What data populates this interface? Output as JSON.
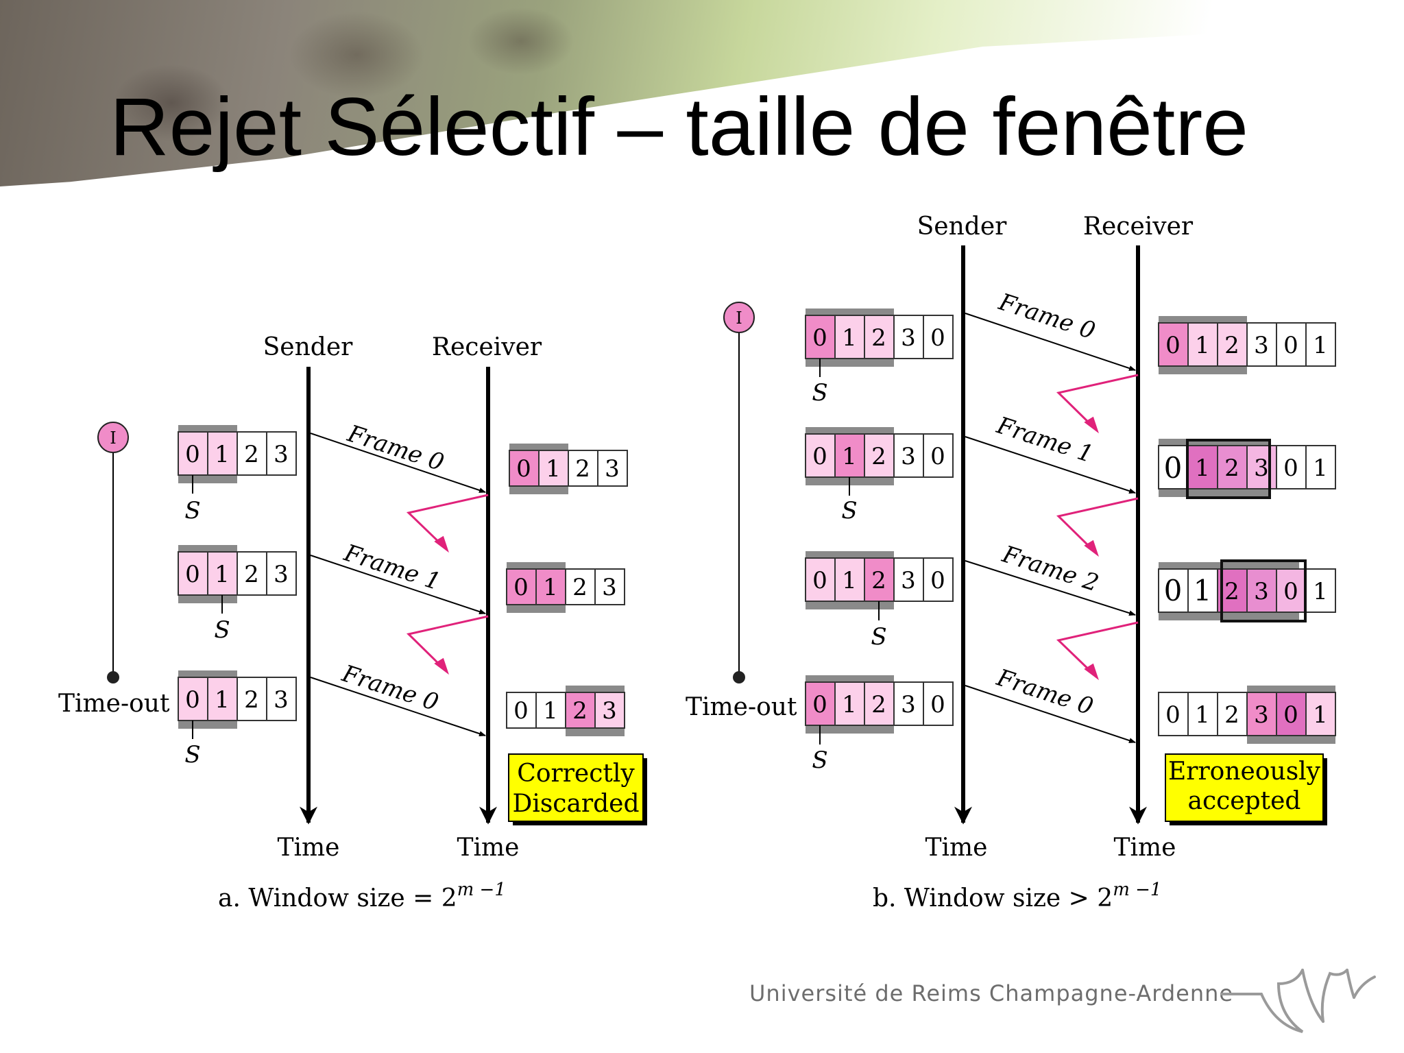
{
  "title": "Rejet Sélectif – taille de fenêtre",
  "footer": "Université de Reims Champagne-Ardenne",
  "colors": {
    "pink_dark": "#f08cc8",
    "pink_light": "#fcd0ea",
    "pink_mid": "#e070c0",
    "gray_bar": "#8a8a8a",
    "arrow_lost": "#e0227a",
    "note_yellow": "#ffff00"
  },
  "panel_a": {
    "sender_label": "Sender",
    "receiver_label": "Receiver",
    "time_left": "Time",
    "time_right": "Time",
    "timeout_label": "Time-out",
    "timer_glyph": "I",
    "s_label": "S",
    "frames": [
      "Frame 0",
      "Frame 1",
      "Frame 0"
    ],
    "sender_windows": [
      [
        "0",
        "1",
        "2",
        "3"
      ],
      [
        "0",
        "1",
        "2",
        "3"
      ],
      [
        "0",
        "1",
        "2",
        "3"
      ]
    ],
    "receiver_windows": [
      [
        "0",
        "1",
        "2",
        "3"
      ],
      [
        "0",
        "1",
        "2",
        "3"
      ],
      [
        "0",
        "1",
        "2",
        "3"
      ]
    ],
    "note_line1": "Correctly",
    "note_line2": "Discarded",
    "caption_prefix": "a. Window size = 2",
    "caption_exp": "m −1"
  },
  "panel_b": {
    "sender_label": "Sender",
    "receiver_label": "Receiver",
    "time_left": "Time",
    "time_right": "Time",
    "timeout_label": "Time-out",
    "timer_glyph": "I",
    "s_label": "S",
    "frames": [
      "Frame 0",
      "Frame 1",
      "Frame 2",
      "Frame 0"
    ],
    "sender_windows": [
      [
        "0",
        "1",
        "2",
        "3",
        "0"
      ],
      [
        "0",
        "1",
        "2",
        "3",
        "0"
      ],
      [
        "0",
        "1",
        "2",
        "3",
        "0"
      ],
      [
        "0",
        "1",
        "2",
        "3",
        "0"
      ]
    ],
    "receiver_windows": [
      [
        "0",
        "1",
        "2",
        "3",
        "0",
        "1"
      ],
      [
        "0",
        "1",
        "2",
        "3",
        "0",
        "1"
      ],
      [
        "0",
        "1",
        "2",
        "3",
        "0",
        "1"
      ],
      [
        "0",
        "1",
        "2",
        "3",
        "0",
        "1"
      ]
    ],
    "note_line1": "Erroneously",
    "note_line2": "accepted",
    "caption_prefix": "b. Window size > 2",
    "caption_exp": "m −1"
  }
}
